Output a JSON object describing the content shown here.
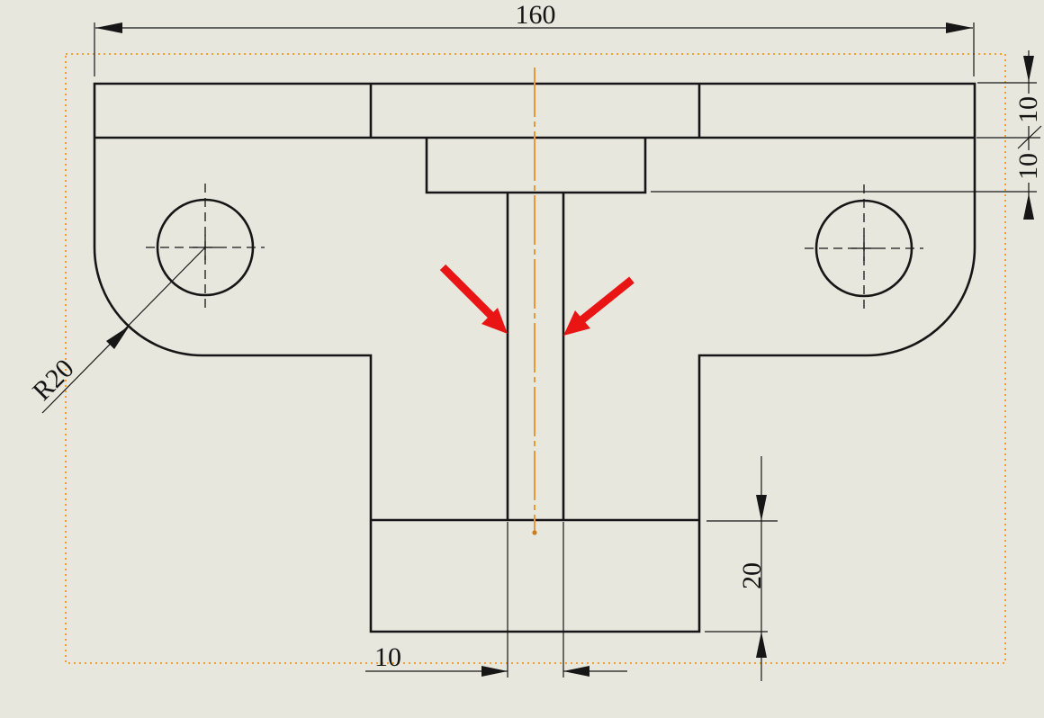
{
  "window": {
    "type": "cad-drawing-canvas",
    "background": "#e8e7de"
  },
  "drawing": {
    "part": "t-shaped-bracket-front-view",
    "dimensions": {
      "overall_width": {
        "value": "160"
      },
      "top_plate_thickness": {
        "value": "10"
      },
      "boss_thickness": {
        "value": "10"
      },
      "foot_height": {
        "value": "20"
      },
      "slot_width": {
        "value": "10"
      },
      "fillet_radius": {
        "value": "R20"
      }
    },
    "colors": {
      "line": "#161616",
      "selection_highlight": "#f0961e",
      "centerline_orange": "#e9973a",
      "annotation_arrow_red": "#e91414",
      "background": "#e8e7de"
    }
  }
}
